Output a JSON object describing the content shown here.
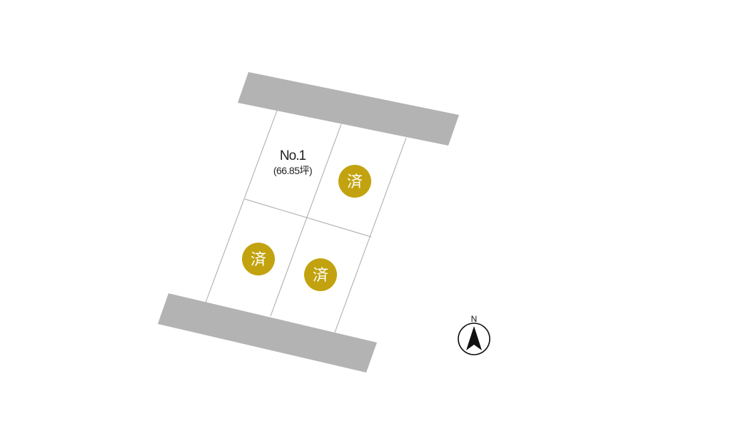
{
  "map": {
    "roads": [
      {
        "id": "north-road"
      },
      {
        "id": "south-road"
      }
    ],
    "lots": [
      {
        "id": "lot-1",
        "name": "No.1",
        "area": "(66.85坪)",
        "status": "available"
      },
      {
        "id": "lot-2",
        "status": "sold",
        "sold_label": "済"
      },
      {
        "id": "lot-3",
        "status": "sold",
        "sold_label": "済"
      },
      {
        "id": "lot-4",
        "status": "sold",
        "sold_label": "済"
      }
    ],
    "compass": {
      "label": "N",
      "icon": "north-arrow-icon"
    }
  },
  "colors": {
    "road": "#b3b3b3",
    "lot_line": "#a8a8a8",
    "sold": "#c2a30f",
    "sold_text": "#ffffff",
    "compass": "#111111"
  }
}
